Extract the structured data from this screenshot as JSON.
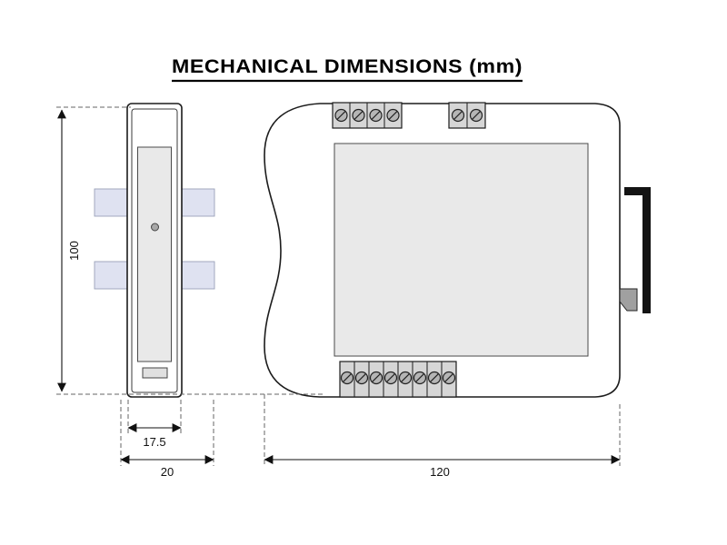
{
  "title": "MECHANICAL DIMENSIONS (mm)",
  "dims": {
    "height": "100",
    "body_width": "17.5",
    "total_width": "20",
    "depth": "120"
  },
  "colors": {
    "panel_gray": "#e9e9e9",
    "tab_lavender": "#dfe2f1",
    "terminal_gray": "#d6d6d6",
    "screw_gray": "#b5b5b5"
  }
}
